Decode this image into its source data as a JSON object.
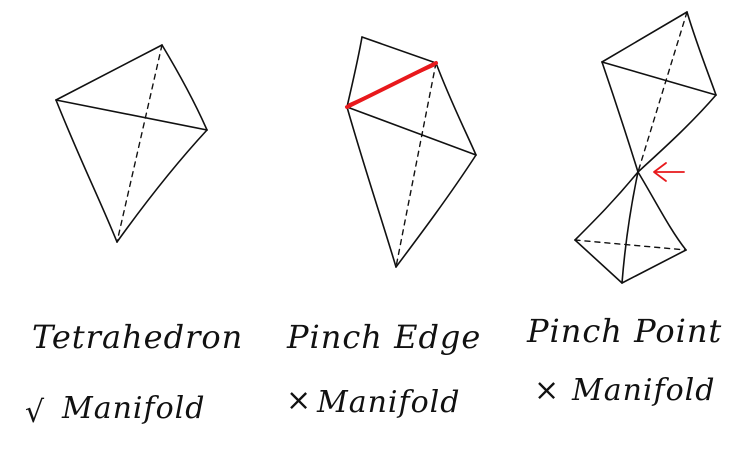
{
  "panels": [
    {
      "title": "Tetrahedron",
      "status_mark": "√",
      "status_text": "Manifold"
    },
    {
      "title": "Pinch Edge",
      "status_mark": "×",
      "status_text": "Manifold"
    },
    {
      "title": "Pinch Point",
      "status_mark": "×",
      "status_text": "Manifold"
    }
  ],
  "colors": {
    "ink": "#111111",
    "highlight": "#e8191c"
  },
  "icons": {
    "pinch_edge_highlight": "red-edge-highlight",
    "pinch_point_marker": "red-arrow-icon"
  }
}
